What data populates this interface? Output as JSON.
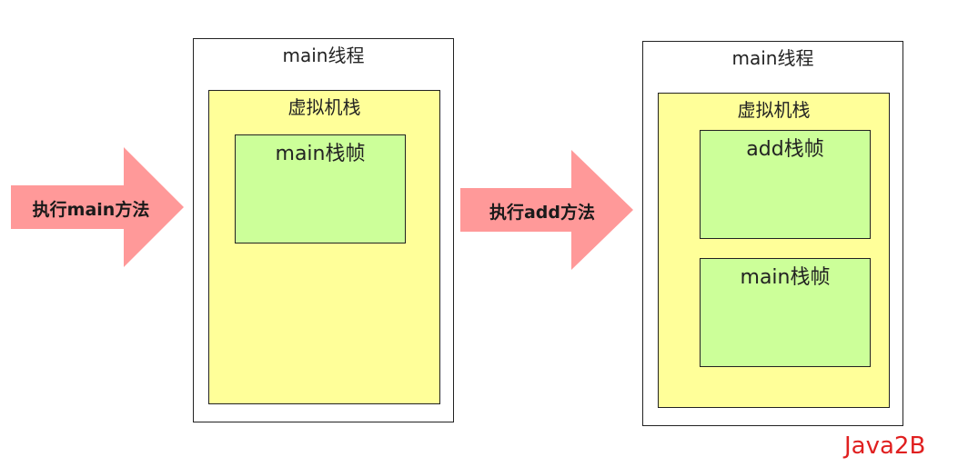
{
  "arrows": [
    {
      "label": "执行main方法",
      "color": "#ff9999"
    },
    {
      "label": "执行add方法",
      "color": "#ff9999"
    }
  ],
  "left_panel": {
    "thread_title": "main线程",
    "stack_title": "虚拟机栈",
    "frames": [
      "main栈帧"
    ]
  },
  "right_panel": {
    "thread_title": "main线程",
    "stack_title": "虚拟机栈",
    "frames": [
      "add栈帧",
      "main栈帧"
    ]
  },
  "watermark": "Java2B",
  "colors": {
    "thread_bg": "#ffffff",
    "stack_bg": "#ffff99",
    "frame_bg": "#ccff99",
    "arrow": "#ff9999",
    "watermark": "#e02020"
  }
}
